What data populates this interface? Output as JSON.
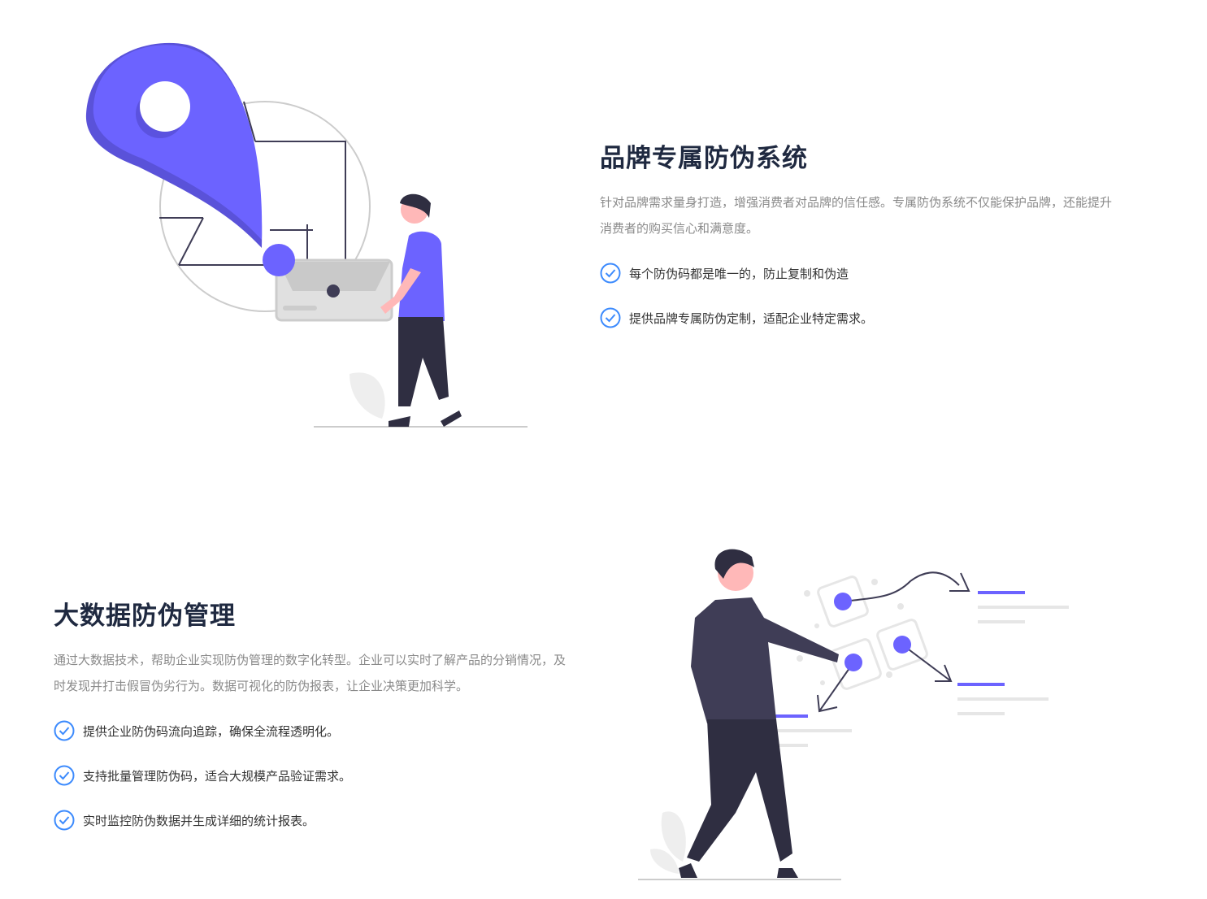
{
  "sections": [
    {
      "title": "品牌专属防伪系统",
      "description": "针对品牌需求量身打造，增强消费者对品牌的信任感。专属防伪系统不仅能保护品牌，还能提升消费者的购买信心和满意度。",
      "features": [
        "每个防伪码都是唯一的，防止复制和伪造",
        "提供品牌专属防伪定制，适配企业特定需求。"
      ]
    },
    {
      "title": "大数据防伪管理",
      "description": "通过大数据技术，帮助企业实现防伪管理的数字化转型。企业可以实时了解产品的分销情况，及时发现并打击假冒伪劣行为。数据可视化的防伪报表，让企业决策更加科学。",
      "features": [
        "提供企业防伪码流向追踪，确保全流程透明化。",
        "支持批量管理防伪码，适合大规模产品验证需求。",
        "实时监控防伪数据并生成详细的统计报表。"
      ]
    }
  ],
  "colors": {
    "accent": "#6c63ff",
    "check": "#3d8bfd",
    "title": "#1f2940",
    "dark": "#2f2e41"
  },
  "icons": [
    "check-circle-icon",
    "location-pin-illustration",
    "data-analysis-illustration"
  ]
}
